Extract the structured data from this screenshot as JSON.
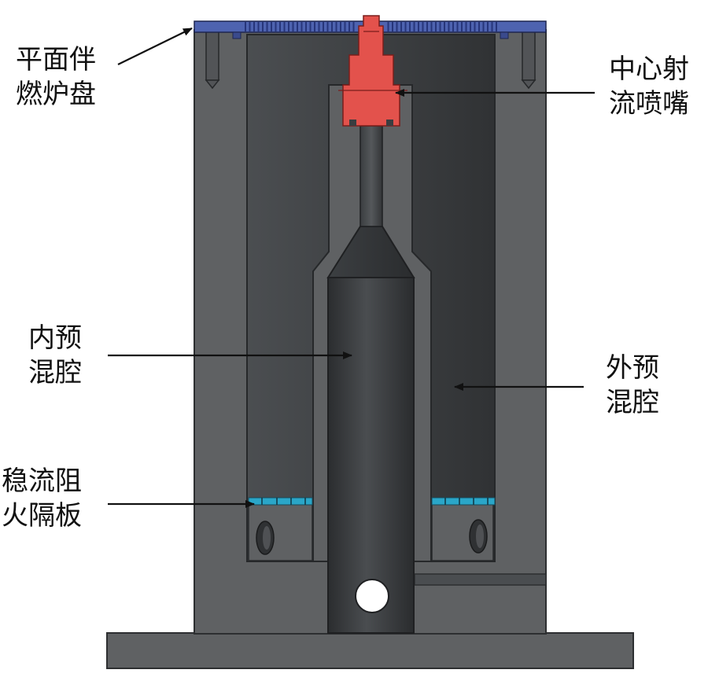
{
  "labels": {
    "burner_plate": [
      "平面伴",
      "燃炉盘"
    ],
    "center_nozzle": [
      "中心射",
      "流喷嘴"
    ],
    "inner_premix": [
      "内预",
      "混腔"
    ],
    "outer_premix": [
      "外预",
      "混腔"
    ],
    "flame_arrestor": [
      "稳流阻",
      "火隔板"
    ]
  },
  "colors": {
    "body": "#5f6163",
    "body_edge": "#2d2f31",
    "cavity": "#3e4143",
    "plate": "#4e63b0",
    "nozzle": "#e3524c",
    "arrestor": "#2aa6c8",
    "arrow": "#111111"
  }
}
